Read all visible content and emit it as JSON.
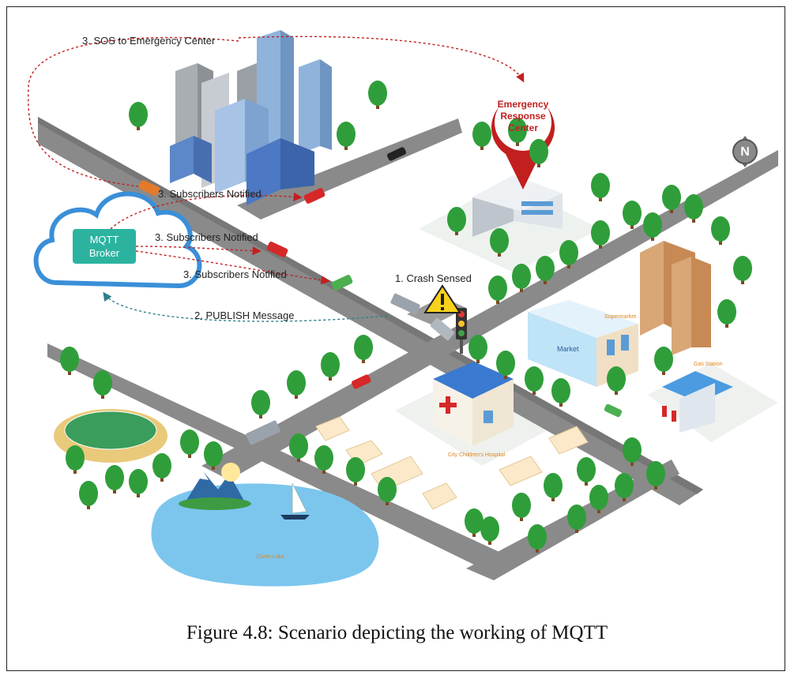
{
  "labels": {
    "sos": "3. SOS to Emergency Center",
    "notified_1": "3. Subscribers Notified",
    "notified_2": "3. Subscribers Notified",
    "notified_3": "3. Subscribers Notified",
    "publish": "2. PUBLISH Message",
    "crash": "1. Crash Sensed"
  },
  "broker": {
    "line1": "MQTT",
    "line2": "Broker"
  },
  "emergency": {
    "line1": "Emergency",
    "line2": "Response",
    "line3": "Center"
  },
  "places": {
    "supermarket": "Supermarket",
    "market": "Market",
    "gas_station": "Gas Station",
    "hospital": "City Children's Hospital",
    "lake": "Civen Lake"
  },
  "compass": "N",
  "caption": "Figure 4.8: Scenario depicting the working of MQTT",
  "colors": {
    "broker": "#2bb3a0",
    "cloud": "#3a8fd8",
    "alert": "#c21f1f",
    "road": "#8a8a8a",
    "tree": "#2f9e3a",
    "lake": "#7cc6ee"
  }
}
